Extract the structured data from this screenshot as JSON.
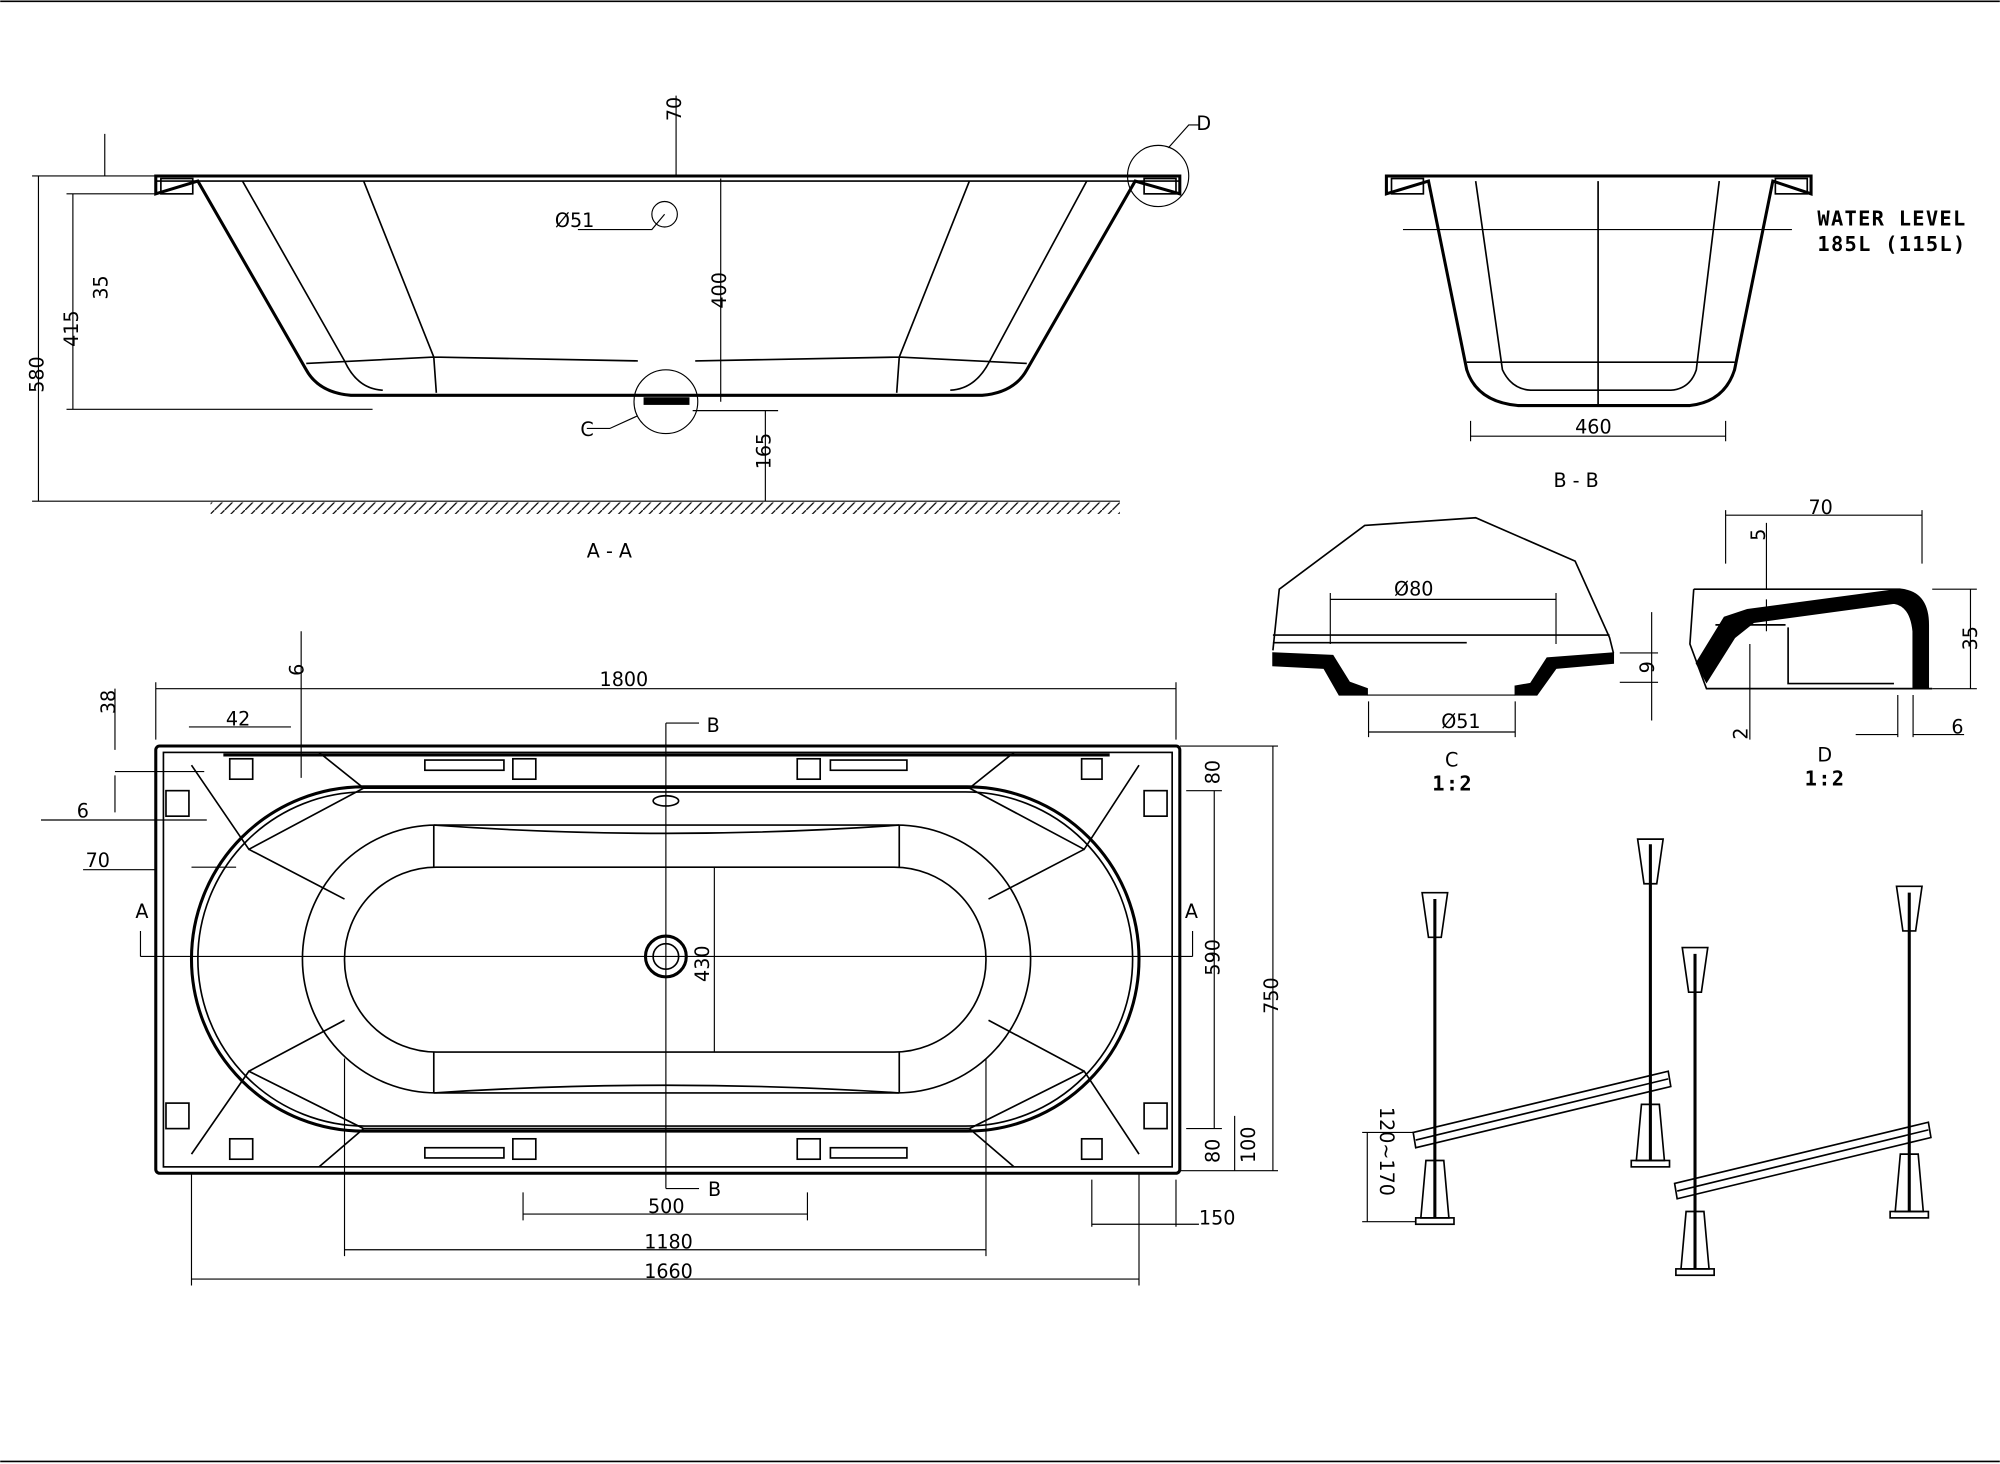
{
  "section_aa": {
    "label": "A - A",
    "dims": {
      "total_height": "580",
      "inner_height": "415",
      "rim_offset": "35",
      "depth": "400",
      "floor_clearance": "165",
      "overflow_offset": "70",
      "overflow_diameter": "Ø51"
    },
    "detail_callouts": {
      "c": "C",
      "d": "D"
    }
  },
  "section_bb": {
    "label": "B - B",
    "bottom_width": "460",
    "water_level_title": "WATER LEVEL",
    "water_level_value": "185L (115L)"
  },
  "detail_c": {
    "label": "C",
    "scale": "1:2",
    "outer_diameter": "Ø80",
    "inner_diameter": "Ø51",
    "thickness": "9"
  },
  "detail_d": {
    "label": "D",
    "scale": "1:2",
    "width": "70",
    "height": "35",
    "top": "5",
    "bottom": "2",
    "wall": "6"
  },
  "plan": {
    "length": "1800",
    "inner_length": "1660",
    "bottom_length": "1180",
    "drain_span": "500",
    "width": "750",
    "inner_width": "590",
    "bottom_width": "430",
    "rim_top": "80",
    "rim_bottom": "80",
    "side_offset": "100",
    "end_offset": "150",
    "dim_38": "38",
    "dim_42": "42",
    "dim_6_top": "6",
    "dim_6_side": "6",
    "dim_70": "70",
    "section_a": "A",
    "section_b": "B"
  },
  "legs": {
    "height_range": "120~170"
  }
}
